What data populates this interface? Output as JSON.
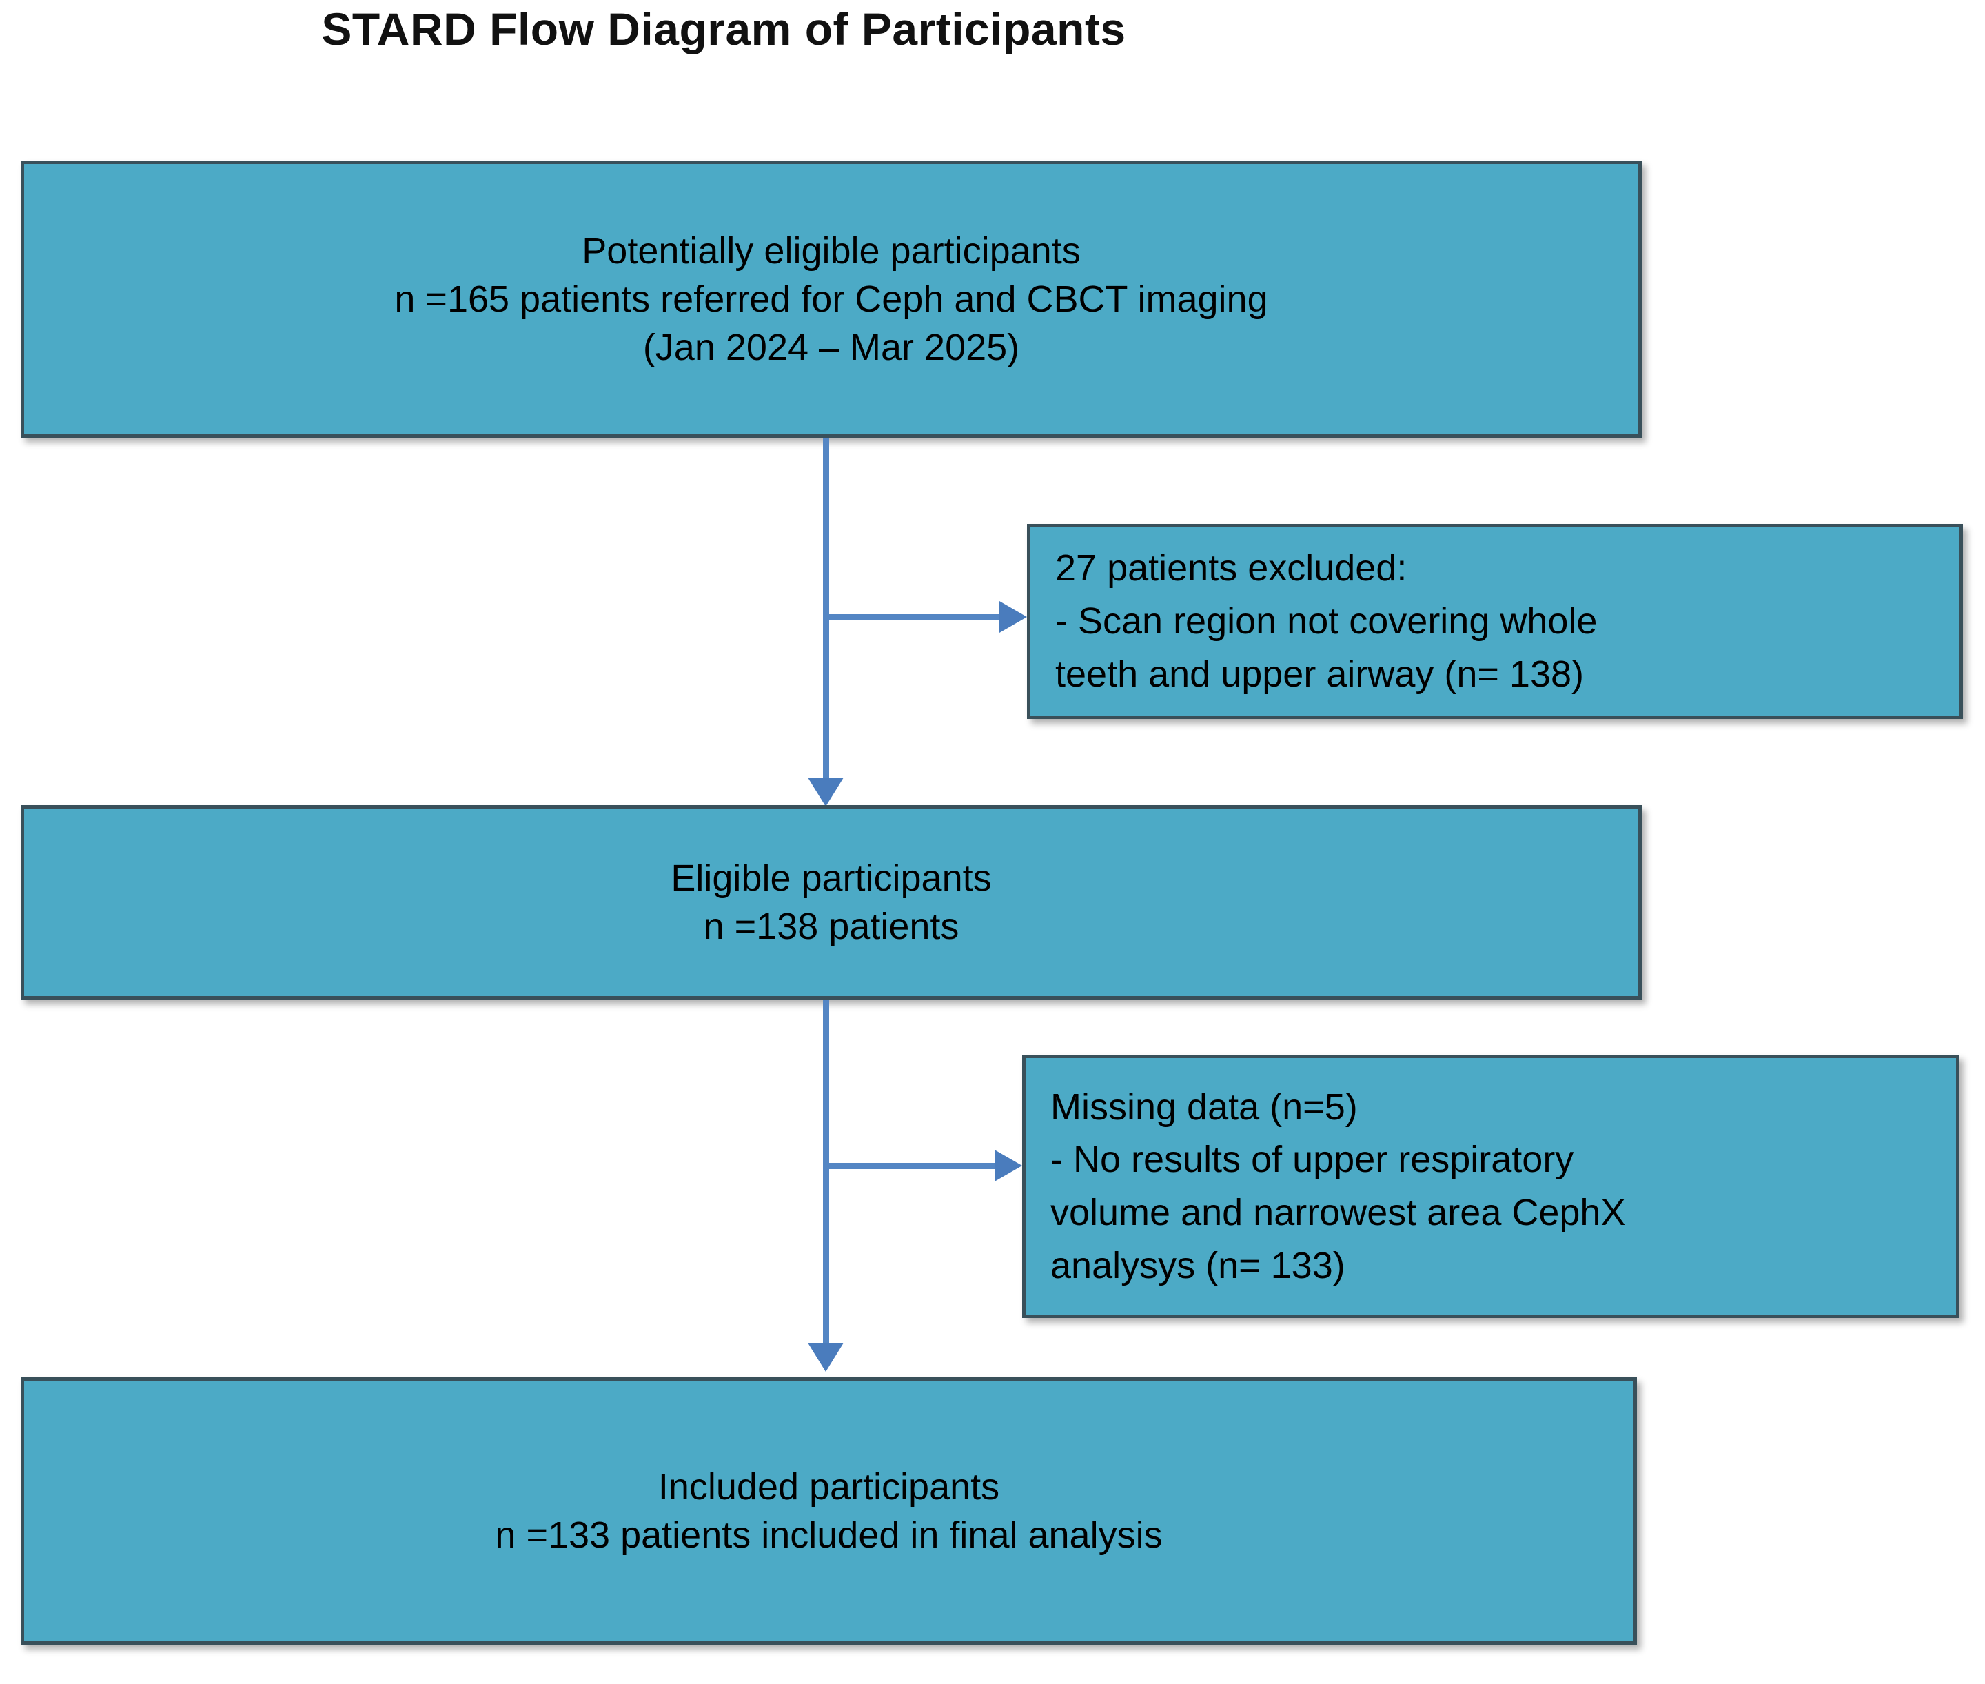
{
  "title": "STARD Flow Diagram of Participants",
  "colors": {
    "node_fill": "#4CAAC6",
    "node_border": "#39505a",
    "connector": "#5486c4",
    "arrowhead": "#4a7cbd",
    "background": "#ffffff",
    "text": "#000000"
  },
  "nodes": {
    "potentially_eligible": {
      "name": "Potentially eligible participants",
      "lines": [
        "Potentially eligible participants",
        "n =165 patients referred for Ceph and CBCT imaging",
        "(Jan 2024 – Mar 2025)"
      ],
      "count": 165
    },
    "excluded_scan_region": {
      "name": "27 patients excluded",
      "lines": [
        "27 patients excluded:",
        "-  Scan region not covering whole",
        "teeth and upper airway (n= 138)"
      ],
      "excluded_count": 27,
      "remaining_count": 138
    },
    "eligible": {
      "name": "Eligible participants",
      "lines": [
        "Eligible participants",
        "n =138 patients"
      ],
      "count": 138
    },
    "missing_data": {
      "name": "Missing data",
      "lines": [
        "Missing data (n=5)",
        "- No results of upper respiratory",
        "volume and narrowest area CephX",
        "analysys (n= 133)"
      ],
      "excluded_count": 5,
      "remaining_count": 133
    },
    "included": {
      "name": "Included participants",
      "lines": [
        "Included participants",
        "n =133 patients included in final analysis"
      ],
      "count": 133
    }
  },
  "connectors": [
    {
      "name": "potentially-eligible-to-eligible",
      "type": "vertical-arrow-down"
    },
    {
      "name": "branch-to-excluded-scan-region",
      "type": "horizontal-arrow-right"
    },
    {
      "name": "eligible-to-included",
      "type": "vertical-arrow-down"
    },
    {
      "name": "branch-to-missing-data",
      "type": "horizontal-arrow-right"
    }
  ]
}
